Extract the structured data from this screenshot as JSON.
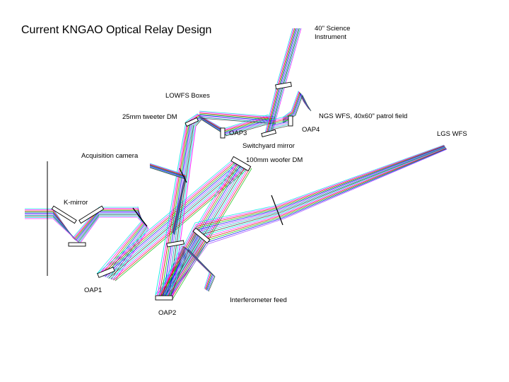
{
  "title": "Current KNGAO Optical Relay Design",
  "colors": {
    "rays": [
      "#00e5e5",
      "#ff00ff",
      "#e00000",
      "#00c000",
      "#0000ff",
      "#a040ff",
      "#00b0b0",
      "#303030"
    ],
    "component": "#000000",
    "background": "#ffffff"
  },
  "labels": {
    "science": "40\" Science",
    "science2": "Instrument",
    "lowfs": "LOWFS Boxes",
    "tweeter": "25mm tweeter DM",
    "oap3": "OAP3",
    "oap4": "OAP4",
    "ngs": "NGS WFS, 40x60\" patrol field",
    "switchyard": "Switchyard mirror",
    "lgs": "LGS WFS",
    "acq": "Acquisition camera",
    "woofer": "100mm woofer DM",
    "kmirror": "K-mirror",
    "oap1": "OAP1",
    "oap2": "OAP2",
    "interf": "Interferometer feed"
  }
}
